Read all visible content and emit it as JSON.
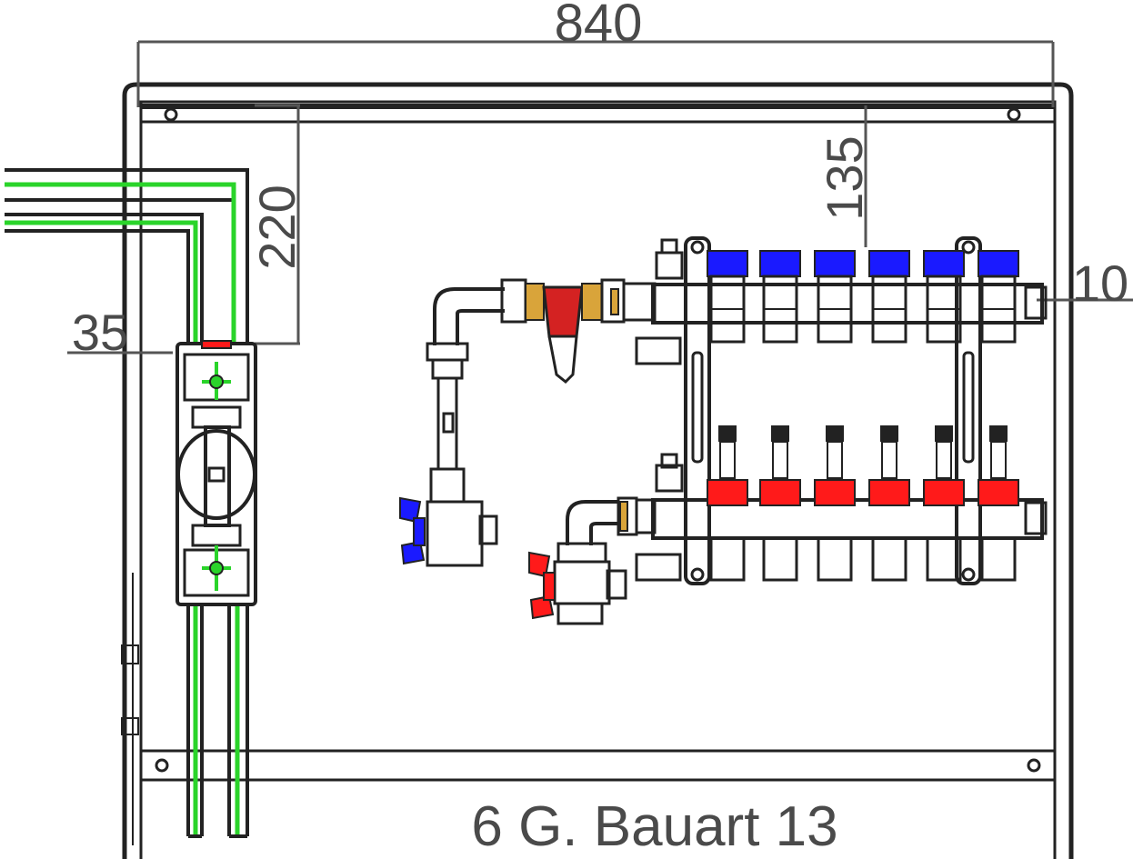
{
  "dimensions": {
    "width_label": "840",
    "top_offset_label": "220",
    "left_offset_label": "35",
    "right_top_label": "135",
    "right_side_label": "10"
  },
  "caption": "6 G. Bauart 13",
  "colors": {
    "pipe_green": "#2ad42a",
    "supply_blue": "#1a1aff",
    "return_red": "#ff1a1a",
    "filter_brass": "#d9a43a",
    "filter_red": "#d42222",
    "outline": "#1e1e1e",
    "dimension_text": "#4a4a4a"
  },
  "manifold": {
    "supply_circuits": 6,
    "return_circuits": 6
  }
}
